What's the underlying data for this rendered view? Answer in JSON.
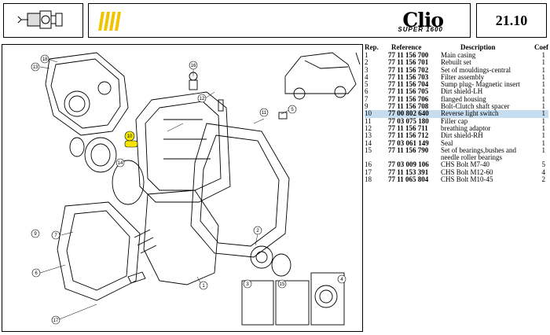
{
  "header": {
    "page_number": "21.10",
    "logo_text": "Clio",
    "logo_subtext": "SUPER 1600",
    "thumbnail_icon": "gearbox-icon"
  },
  "colors": {
    "accent_yellow": "#f2c300",
    "highlight_blue": "#c6dcef",
    "callout_yellow": "#f5e600"
  },
  "table": {
    "headers": {
      "rep": "Rep.",
      "reference": "Reference",
      "description": "Description",
      "coef": "Coef"
    },
    "rows": [
      {
        "rep": "1",
        "reference": "77 11 156 700",
        "description": "Main casing",
        "coef": "1"
      },
      {
        "rep": "2",
        "reference": "77 11 156 701",
        "description": "Rebuilt set",
        "coef": "1"
      },
      {
        "rep": "3",
        "reference": "77 11 156 702",
        "description": "Set of mouldings-central",
        "coef": "1"
      },
      {
        "rep": "4",
        "reference": "77 11 156 703",
        "description": "Filter assembly",
        "coef": "1"
      },
      {
        "rep": "5",
        "reference": "77 11 156 704",
        "description": "Sump plug- Magnetic insert",
        "coef": "1"
      },
      {
        "rep": "6",
        "reference": "77 11 156 705",
        "description": "Dirt shield-LH",
        "coef": "1"
      },
      {
        "rep": "7",
        "reference": "77 11 156 706",
        "description": "flanged housing",
        "coef": "1"
      },
      {
        "rep": "9",
        "reference": "77 11 156 708",
        "description": "Bolt-Clutch shaft spacer",
        "coef": "1"
      },
      {
        "rep": "10",
        "reference": "77 00 802 640",
        "description": "Reverse light switch",
        "coef": "1"
      },
      {
        "rep": "11",
        "reference": "77 03 075 180",
        "description": "Filler cap",
        "coef": "1"
      },
      {
        "rep": "12",
        "reference": "77 11 156 711",
        "description": "breathing adaptor",
        "coef": "1"
      },
      {
        "rep": "13",
        "reference": "77 11 156 712",
        "description": "Dirt shield-RH",
        "coef": "1"
      },
      {
        "rep": "14",
        "reference": "77 03 061 149",
        "description": "Seal",
        "coef": "1"
      },
      {
        "rep": "15",
        "reference": "77 11 156 790",
        "description": "Set of bearings,bushes and needle roller bearings",
        "coef": "1"
      },
      {
        "rep": "16",
        "reference": "77 03 009 106",
        "description": "CHS Bolt M7-40",
        "coef": "5"
      },
      {
        "rep": "17",
        "reference": "77 11 153 391",
        "description": "CHS Bolt M12-60",
        "coef": "4"
      },
      {
        "rep": "18",
        "reference": "77 11 065 804",
        "description": "CHS Bolt M10-45",
        "coef": "2"
      }
    ],
    "selected_rep": "10"
  },
  "callouts": {
    "c1": "1",
    "c2": "2",
    "c3": "3",
    "c4": "4",
    "c5": "5",
    "c6": "6",
    "c7": "7",
    "c9": "9",
    "c10": "10",
    "c11": "11",
    "c12": "12",
    "c13": "13",
    "c14": "14",
    "c15": "15",
    "c16": "16",
    "c17": "17",
    "c18": "18"
  }
}
